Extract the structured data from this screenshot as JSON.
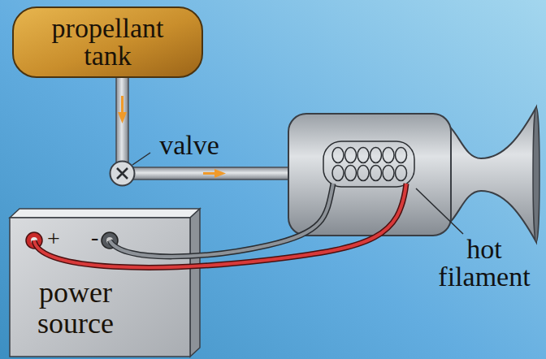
{
  "diagram": {
    "nodes": [
      {
        "text": [
          "propellant tank"
        ]
      },
      {
        "text": [
          "+",
          "-",
          "power source"
        ]
      }
    ],
    "labels": [
      "valve",
      "hot filament"
    ]
  }
}
